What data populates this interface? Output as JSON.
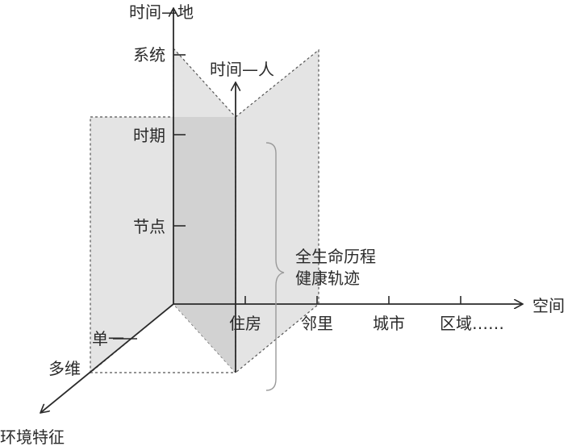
{
  "axes": {
    "time_place": "时间—地",
    "time_person": "时间—人",
    "space": "空间",
    "environment": "环境特征"
  },
  "time_levels": [
    "系统",
    "时期",
    "节点"
  ],
  "space_levels": [
    "住房",
    "邻里",
    "城市",
    "区域……"
  ],
  "environment_levels": [
    "单一",
    "多维"
  ],
  "annotation": {
    "line1": "全生命历程",
    "line2": "健康轨迹"
  },
  "colors": {
    "plane_fill": "#e4e4e4",
    "plane_dark": "#d2d2d2",
    "axis": "#2a2a2a",
    "dash": "#555555",
    "brace": "#9a9a9a"
  }
}
